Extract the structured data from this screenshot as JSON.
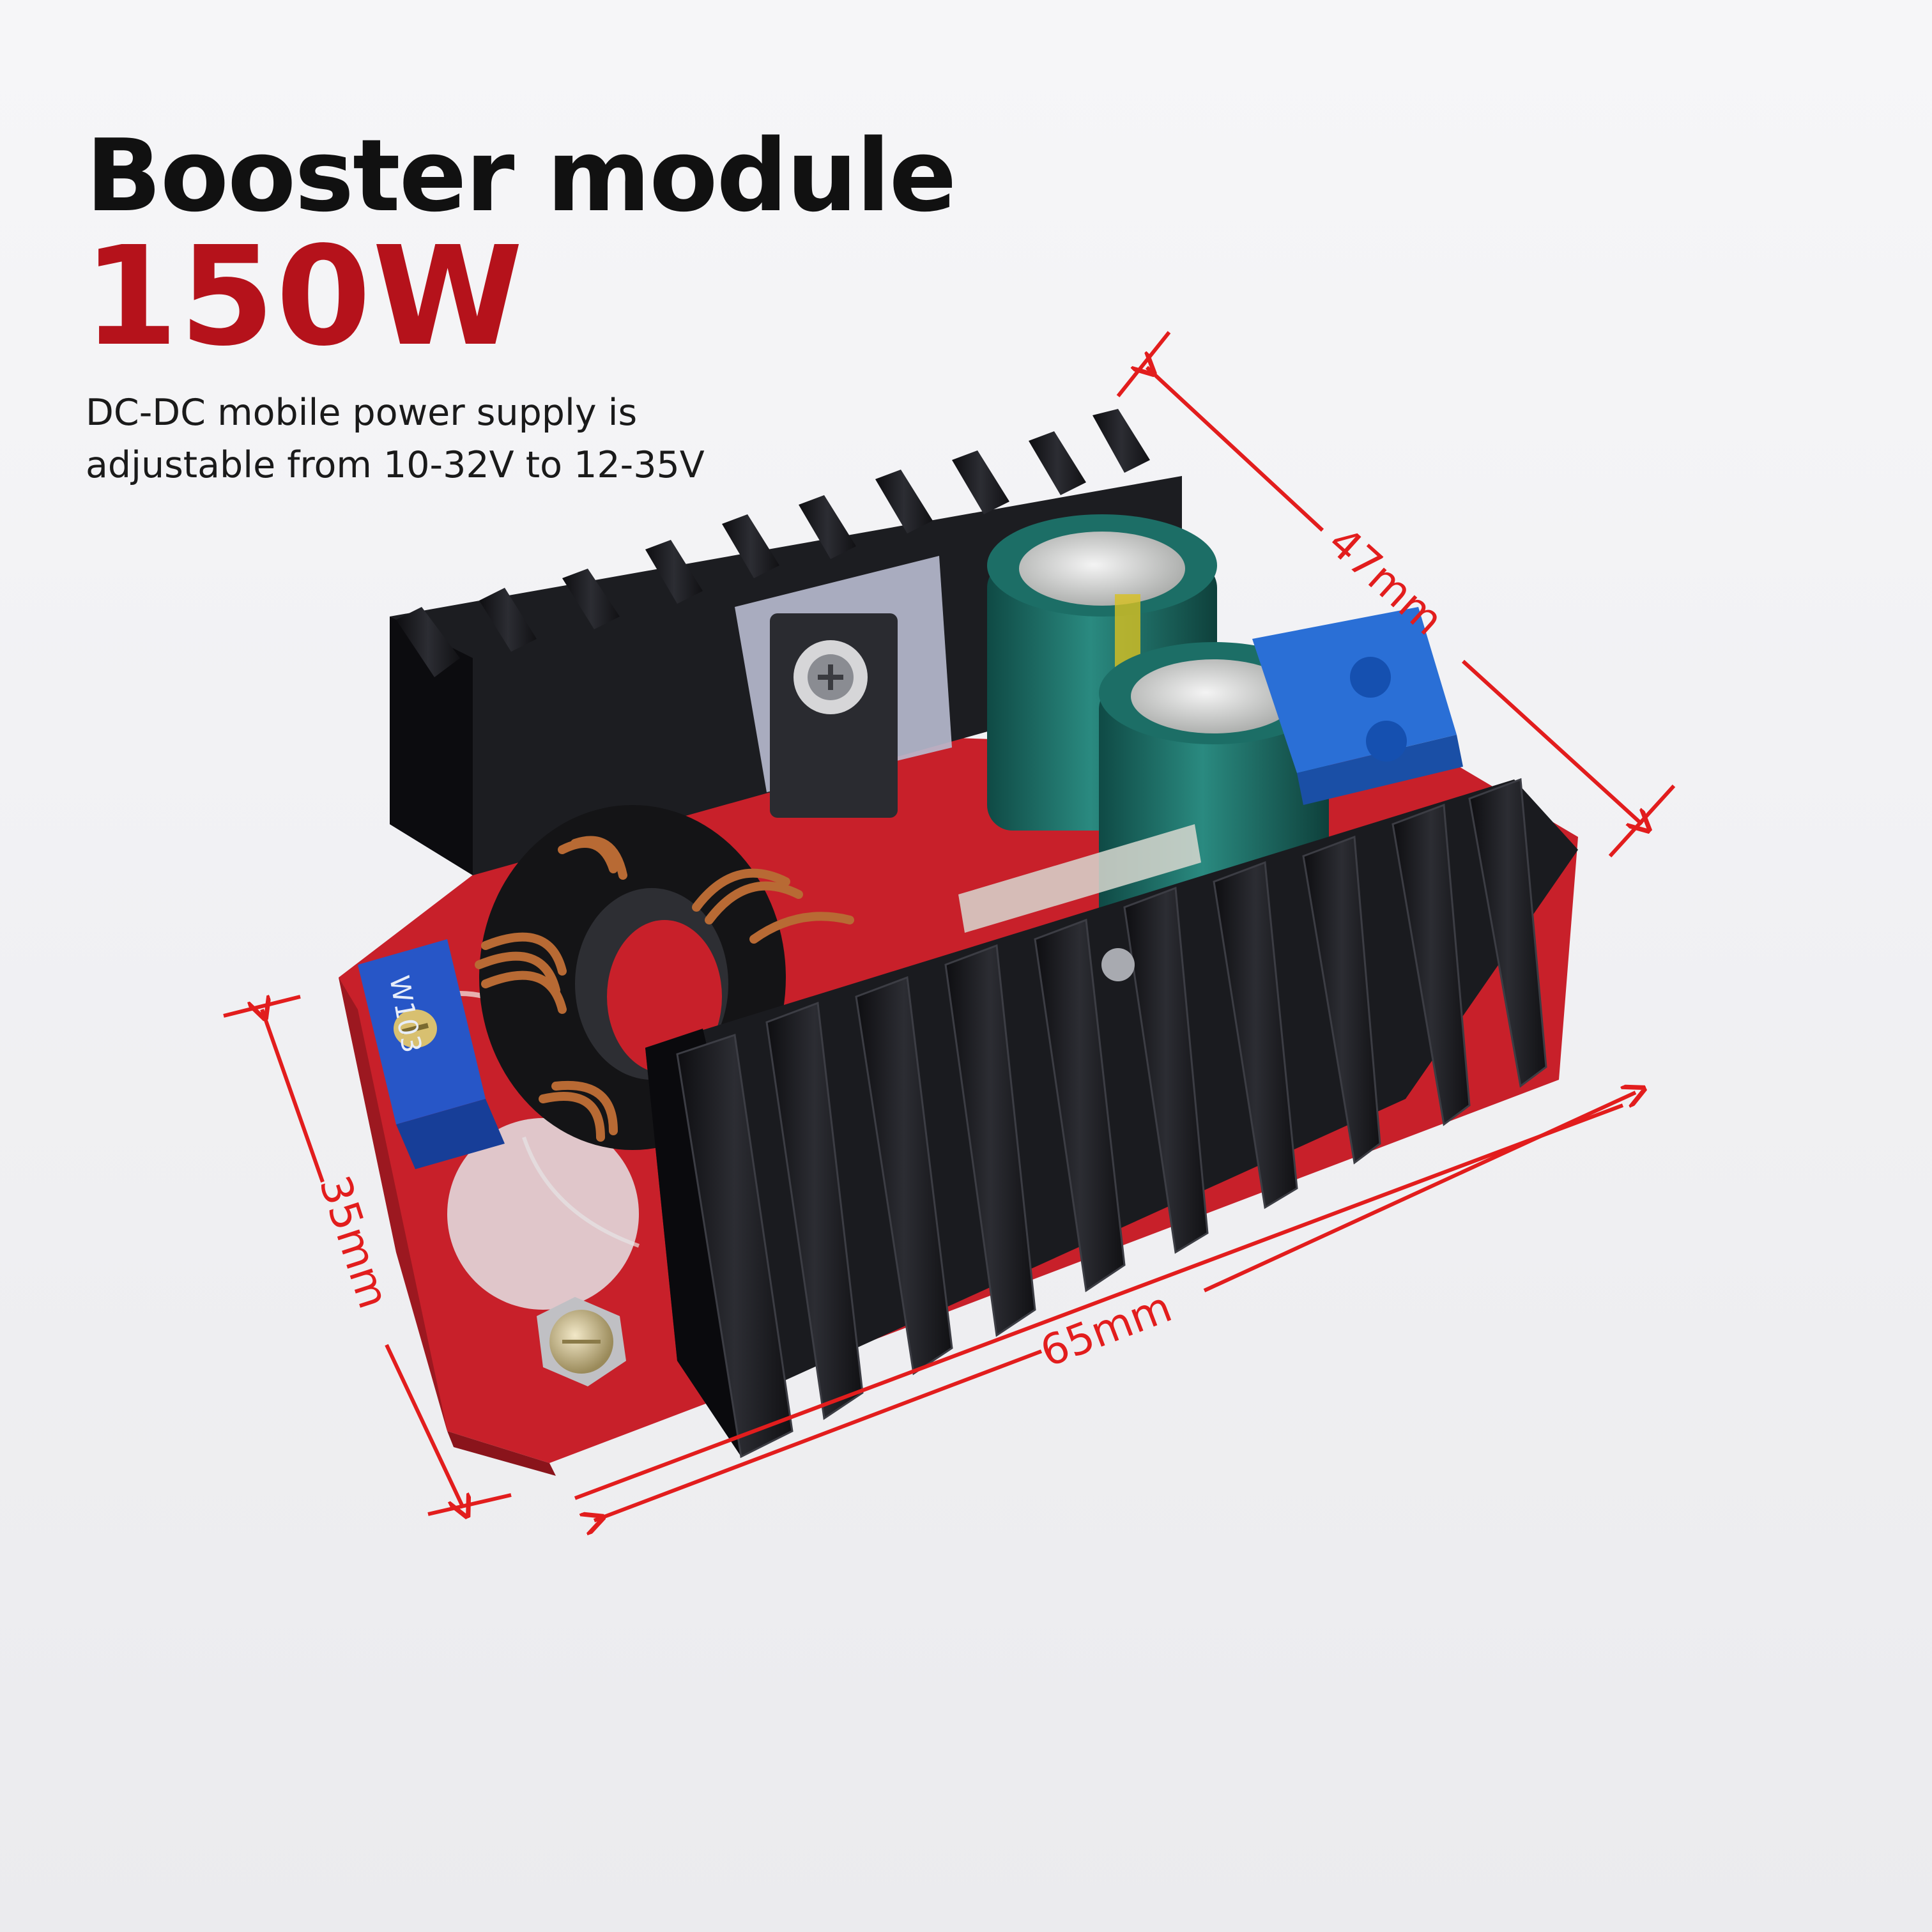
{
  "headline": {
    "title": "Booster module",
    "power": "150W",
    "description_lines": [
      "DC-DC mobile power supply is",
      "adjustable from 10-32V to 12-35V"
    ]
  },
  "dimensions": {
    "length": "65mm",
    "width": "47mm",
    "height": "35mm"
  },
  "component_markings": {
    "potentiometer": "W103"
  },
  "colors": {
    "accent_red": "#b5121b",
    "dimension_red": "#e21d1d",
    "pcb_red": "#c8202a",
    "heatsink_black": "#1c1d21",
    "capacitor_green": "#1c6e66",
    "terminal_blue": "#2a6fd6",
    "copper": "#b86a34",
    "background": "#f0f0f2"
  }
}
